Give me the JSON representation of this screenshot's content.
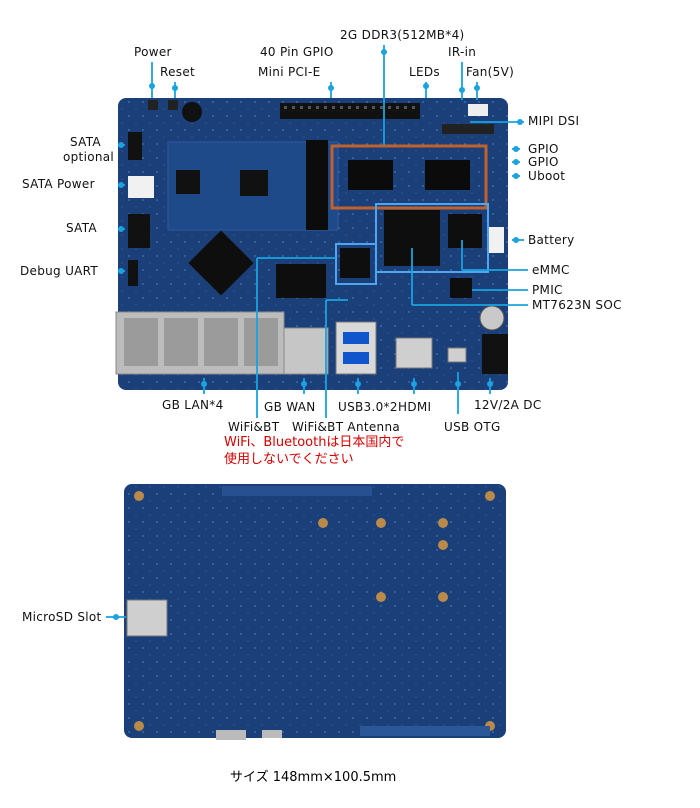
{
  "labels": {
    "power": "Power",
    "reset": "Reset",
    "gpio40": "40 Pin GPIO",
    "ddr3": "2G DDR3(512MB*4)",
    "irin": "IR-in",
    "minipcie": "Mini PCI-E",
    "leds": "LEDs",
    "fan": "Fan(5V)",
    "sata_optional_1": "SATA",
    "sata_optional_2": "optional",
    "mipi": "MIPI DSI",
    "gpio_a": "GPIO",
    "gpio_b": "GPIO",
    "uboot": "Uboot",
    "sata_power": "SATA Power",
    "sata": "SATA",
    "battery": "Battery",
    "debug_uart": "Debug UART",
    "emmc": "eMMC",
    "pmic": "PMIC",
    "soc": "MT7623N SOC",
    "gblan": "GB LAN*4",
    "gbwan": "GB WAN",
    "usb3": "USB3.0*2",
    "hdmi": "HDMI",
    "dc": "12V/2A DC",
    "wifibt": "WiFi&BT",
    "wifibt_antenna": "WiFi&BT  Antenna",
    "usbotg": "USB OTG",
    "microsd": "MicroSD Slot"
  },
  "warning": {
    "line1": "WiFi、Bluetoothは日本国内で",
    "line2": "使用しないでください"
  },
  "size_text": "サイズ 148mm×100.5mm",
  "colors": {
    "board": "#1b3f79",
    "board_dark": "#12305e",
    "callout": "#1aa3e0",
    "warning": "#d40000",
    "frame_orange": "#c0622e",
    "frame_blue": "#4fa6f0"
  }
}
